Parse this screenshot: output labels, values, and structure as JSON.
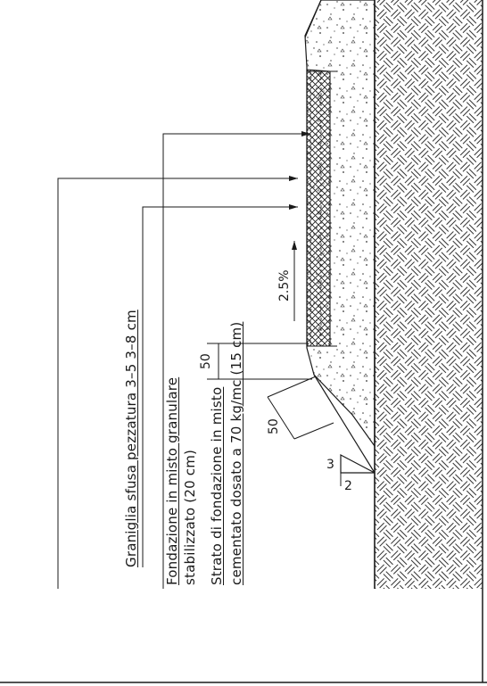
{
  "labels": {
    "fondazione_line1": "Fondazione in misto granulare",
    "fondazione_line2": "stabilizzato (20 cm)",
    "strato_line1": "Strato di fondazione in misto",
    "strato_line2": "cementato dosato a 70 kg/mc (15 cm)",
    "graniglia": "Graniglia sfusa pezzatura 3–5  3–8 cm",
    "slope_percent": "2.5%",
    "dim_50_vertical": "50",
    "dim_50_diagonal": "50",
    "slope_ratio_rise": "3",
    "slope_ratio_run": "2"
  },
  "colors": {
    "line": "#1a1a1a",
    "background": "#ffffff"
  }
}
